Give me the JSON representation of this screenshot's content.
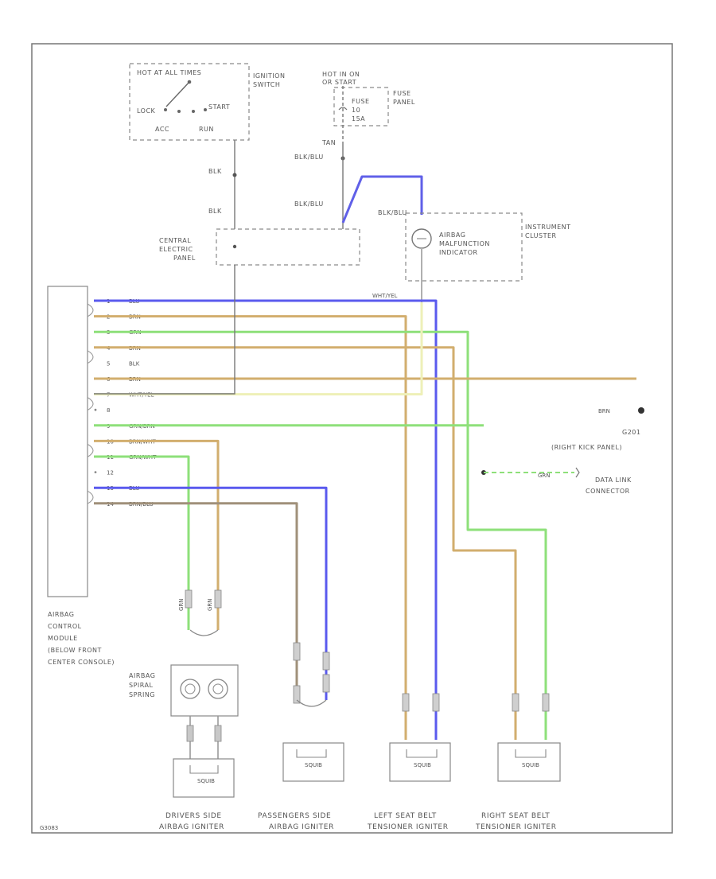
{
  "colors": {
    "blue": "#5a5aee",
    "brown": "#d2ae6e",
    "green": "#8ee07a",
    "yellow": "#eef0b8",
    "gray": "#b8b8b8",
    "brown_blue": "#a0907a",
    "black": "#707070"
  },
  "labels": {
    "hot_at_all_times": "HOT AT ALL TIMES",
    "ignition_switch": [
      "IGNITION",
      "SWITCH"
    ],
    "lock": "LOCK",
    "acc": "ACC",
    "run": "RUN",
    "start": "START",
    "hot_in_on": [
      "HOT IN ON",
      "OR START"
    ],
    "fuse_panel": [
      "FUSE",
      "PANEL"
    ],
    "fuse": [
      "FUSE",
      "10",
      "15A"
    ],
    "tan": "TAN",
    "blk_blu_1": "BLK/BLU",
    "blk_blu_2": "BLK/BLU",
    "blk_blu_3": "BLK/BLU",
    "blk_1": "BLK",
    "blk_2": "BLK",
    "central_electric_panel": [
      "CENTRAL",
      "ELECTRIC",
      "PANEL"
    ],
    "airbag_indicator": [
      "AIRBAG",
      "MALFUNCTION",
      "INDICATOR"
    ],
    "instrument_cluster": [
      "INSTRUMENT",
      "CLUSTER"
    ],
    "wht_yel_top": "WHT/YEL",
    "g201": [
      "G201",
      "(RIGHT KICK PANEL)"
    ],
    "data_link": [
      "DATA LINK",
      "CONNECTOR"
    ],
    "grn_dlc": "GRN",
    "brn_g201": "BRN",
    "module_caption": [
      "AIRBAG",
      "CONTROL",
      "MODULE",
      "(BELOW FRONT",
      "CENTER CONSOLE)"
    ],
    "airbag_spiral_spring": [
      "AIRBAG",
      "SPIRAL",
      "SPRING"
    ],
    "drivers_igniter": [
      "DRIVERS SIDE",
      "AIRBAG IGNITER"
    ],
    "passengers_igniter": [
      "PASSENGERS SIDE",
      "AIRBAG IGNITER"
    ],
    "left_tensioner": [
      "LEFT SEAT BELT",
      "TENSIONER IGNITER"
    ],
    "right_tensioner": [
      "RIGHT SEAT BELT",
      "TENSIONER IGNITER"
    ],
    "vert_wire_1": "GRN",
    "vert_wire_2": "GRN",
    "igniter_text": "SQUIB",
    "diagram_id": "G3083"
  },
  "pins": [
    {
      "pin": "1",
      "wire": "BLU",
      "color": "blue"
    },
    {
      "pin": "2",
      "wire": "BRN",
      "color": "brown"
    },
    {
      "pin": "3",
      "wire": "GRN",
      "color": "green"
    },
    {
      "pin": "4",
      "wire": "BRN",
      "color": "brown"
    },
    {
      "pin": "5",
      "wire": "BLK",
      "color": "black"
    },
    {
      "pin": "6",
      "wire": "BRN",
      "color": "brown"
    },
    {
      "pin": "7",
      "wire": "WHT/YEL",
      "color": "yellow"
    },
    {
      "pin": "8",
      "wire": "",
      "color": ""
    },
    {
      "pin": "9",
      "wire": "GRN/BRN",
      "color": "green"
    },
    {
      "pin": "10",
      "wire": "BRN/WHT",
      "color": "brown"
    },
    {
      "pin": "11",
      "wire": "GRN/WHT",
      "color": "green"
    },
    {
      "pin": "12",
      "wire": "",
      "color": ""
    },
    {
      "pin": "13",
      "wire": "BLU",
      "color": "blue"
    },
    {
      "pin": "14",
      "wire": "BRN/BLU",
      "color": "brown_blue"
    }
  ]
}
